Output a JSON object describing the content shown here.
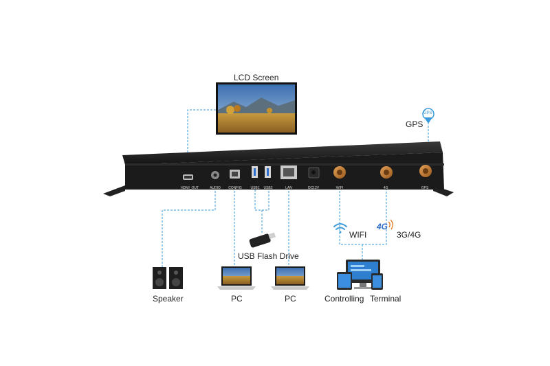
{
  "labels": {
    "lcd_screen": "LCD Screen",
    "gps": "GPS",
    "wifi": "WIFI",
    "cellular": "3G/4G",
    "usb_flash_drive": "USB Flash Drive",
    "speaker": "Speaker",
    "pc_1": "PC",
    "pc_2": "PC",
    "controlling": "Controlling",
    "terminal": "Terminal"
  },
  "ports": {
    "hdmi_out": "HDMI_OUT",
    "audio": "AUDIO",
    "config": "CONFIG",
    "usb1": "USB1",
    "usb2": "USB2",
    "lan": "LAN",
    "dc12v": "DC12V",
    "wifi": "WIFI",
    "4g": "4G",
    "gps": "GPS"
  },
  "icons": {
    "gps_badge_text": "GPS",
    "4g_badge_text": "4G"
  },
  "colors": {
    "connector_line": "#3a9ad9",
    "device_body": "#1b1b1b",
    "antenna_port": "#c8742c"
  }
}
